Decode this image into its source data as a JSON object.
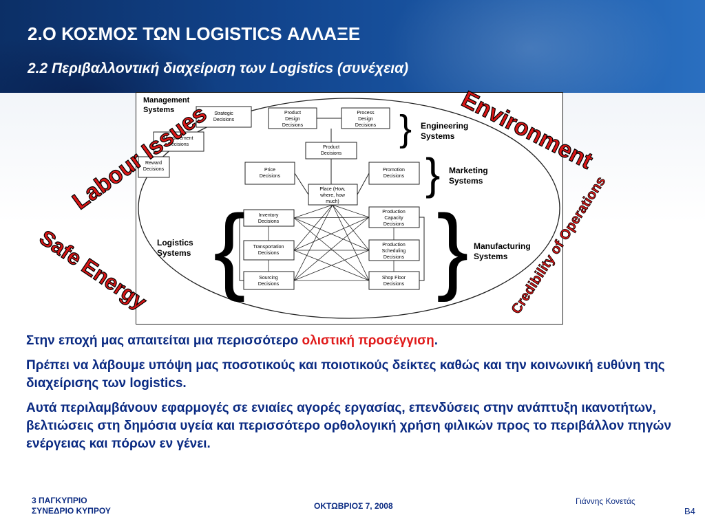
{
  "header": {
    "title": "2.Ο ΚΟΣΜΟΣ ΤΩΝ LOGISTICS ΑΛΛΑΞΕ",
    "subtitle": "2.2 Περιβαλλοντική διαχείριση των Logistics (συνέχεια)"
  },
  "diagram": {
    "systems": {
      "management": [
        "Management",
        "Systems"
      ],
      "engineering": [
        "Engineering",
        "Systems"
      ],
      "marketing": [
        "Marketing",
        "Systems"
      ],
      "logistics": [
        "Logistics",
        "Systems"
      ],
      "manufacturing": [
        "Manufacturing",
        "Systems"
      ]
    },
    "boxes": {
      "strategic": [
        "Strategic",
        "Decisions"
      ],
      "measurement": [
        "Measurement",
        "Decisions"
      ],
      "reward": [
        "Reward",
        "Decisions"
      ],
      "product_design": [
        "Product",
        "Design",
        "Decisions"
      ],
      "process_design": [
        "Process",
        "Design",
        "Decisions"
      ],
      "product": [
        "Product",
        "Decisions"
      ],
      "price": [
        "Price",
        "Decisions"
      ],
      "promotion": [
        "Promotion",
        "Decisions"
      ],
      "place": [
        "Place (How,",
        "where, how",
        "much)"
      ],
      "inventory": [
        "Inventory",
        "Decisions"
      ],
      "transportation": [
        "Transportation",
        "Decisions"
      ],
      "sourcing": [
        "Sourcing",
        "Decisions"
      ],
      "production_capacity": [
        "Production",
        "Capacity",
        "Decisions"
      ],
      "production_scheduling": [
        "Production",
        "Scheduling",
        "Decisions"
      ],
      "shop_floor": [
        "Shop Floor",
        "Decisions"
      ]
    },
    "overlays": {
      "labour": "Labour Issues",
      "environment": "Environment",
      "safe_energy": "Safe Energy",
      "credibility": "Credibility of Operations"
    }
  },
  "body": {
    "p1_before": "Στην εποχή μας απαιτείται μια περισσότερο ",
    "p1_highlight": "ολιστική προσέγγιση",
    "p1_after": ".",
    "p2": "Πρέπει να λάβουμε υπόψη μας ποσοτικούς και ποιοτικούς δείκτες καθώς και την κοινωνική ευθύνη της διαχείρισης των logistics.",
    "p3": "Αυτά περιλαμβάνουν εφαρμογές σε ενιαίες αγορές εργασίας, επενδύσεις στην ανάπτυξη ικανοτήτων, βελτιώσεις στη δημόσια υγεία και περισσότερο ορθολογική χρήση φιλικών προς το περιβάλλον πηγών ενέργειας και πόρων εν γένει."
  },
  "footer": {
    "left_line1": "3 ΠΑΓΚΥΠΡΙΟ",
    "left_line2": "ΣΥΝΕΔΡΙΟ ΚΥΠΡΟΥ",
    "date": "ΟΚΤΩΒΡΙΟΣ  7, 2008",
    "author": "Γιάννης Κονετάς",
    "page": "B4"
  },
  "colors": {
    "header_bg": "#12458e",
    "body_text": "#0a2a82",
    "highlight": "#e01a1a",
    "overlay_fill": "#d91616"
  }
}
